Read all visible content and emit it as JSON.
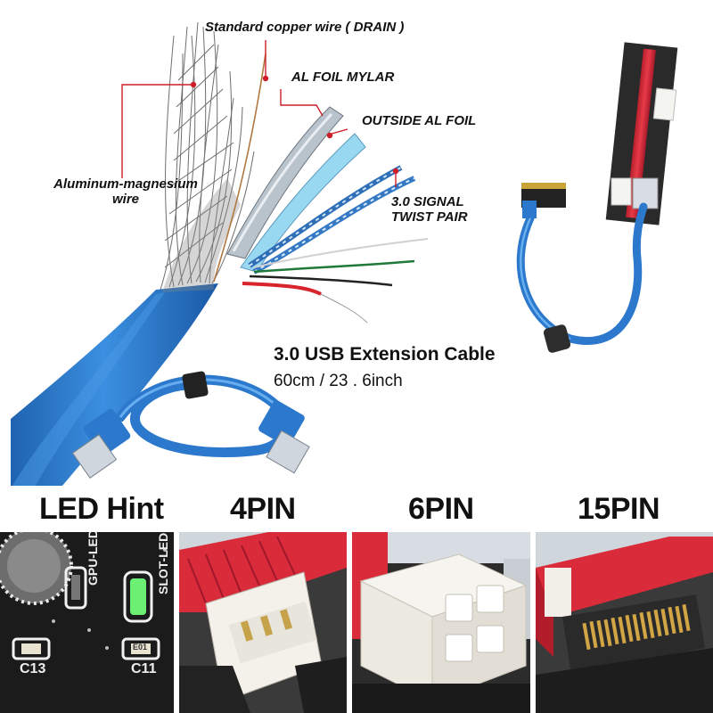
{
  "top_section": {
    "callouts": {
      "drain": "Standard copper wire ( DRAIN )",
      "al_foil_mylar": "AL FOIL MYLAR",
      "outside_al_foil": "OUTSIDE AL FOIL",
      "signal_twist_pair": "3.0 SIGNAL TWIST PAIR",
      "aluminum_magnesium": "Aluminum-magnesium wire"
    },
    "product_title": "3.0 USB Extension Cable",
    "product_length": "60cm / 23 . 6inch"
  },
  "bottom_section": {
    "captions": {
      "led": "LED Hint",
      "pin4": "4PIN",
      "pin6": "6PIN",
      "pin15": "15PIN"
    },
    "board_labels": {
      "gpu_led": "GPU-LED",
      "slot_led": "SLOT-LED",
      "c13": "C13",
      "c11": "C11",
      "e01": "E01"
    }
  },
  "colors": {
    "cable_blue": "#2f7fd0",
    "callout_red": "#cc1f2a",
    "riser_red": "#d92b3a",
    "led_green": "#3de04a",
    "pcb_dark": "#1c1c1c"
  }
}
